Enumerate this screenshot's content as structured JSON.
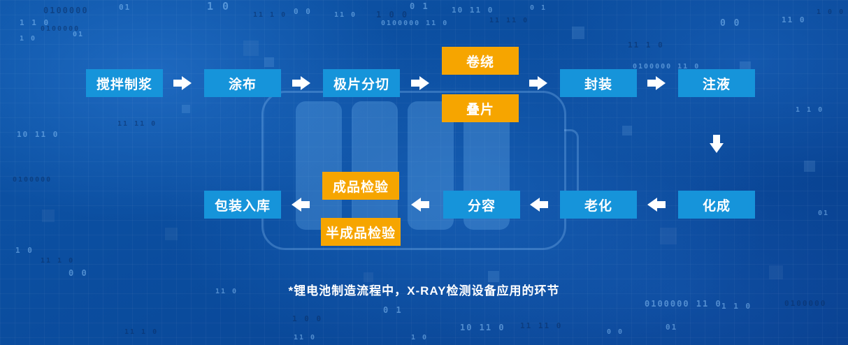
{
  "colors": {
    "process_box": "#1694da",
    "xray_box": "#f6a500",
    "arrow": "#ffffff",
    "text": "#ffffff",
    "background": "#0a4a9b",
    "binary_text": "#9fd0ff"
  },
  "steps": {
    "mixing": "搅拌制浆",
    "coating": "涂布",
    "slitting": "极片分切",
    "winding": "卷绕",
    "stacking": "叠片",
    "sealing": "封装",
    "injection": "注液",
    "formation": "化成",
    "aging": "老化",
    "grading": "分容",
    "final_inspection": "成品检验",
    "semi_inspection": "半成品检验",
    "packing": "包装入库"
  },
  "caption": {
    "text": "*锂电池制造流程中，X-RAY检测设备应用的环节"
  },
  "background_binary": [
    "0100000",
    "01",
    "1 0",
    "11 1 0",
    "0 0",
    "11 0",
    "1 0 0",
    "0 1",
    "10 11 0",
    "11 11 0",
    "0100000 11 0",
    "1 1 0"
  ]
}
